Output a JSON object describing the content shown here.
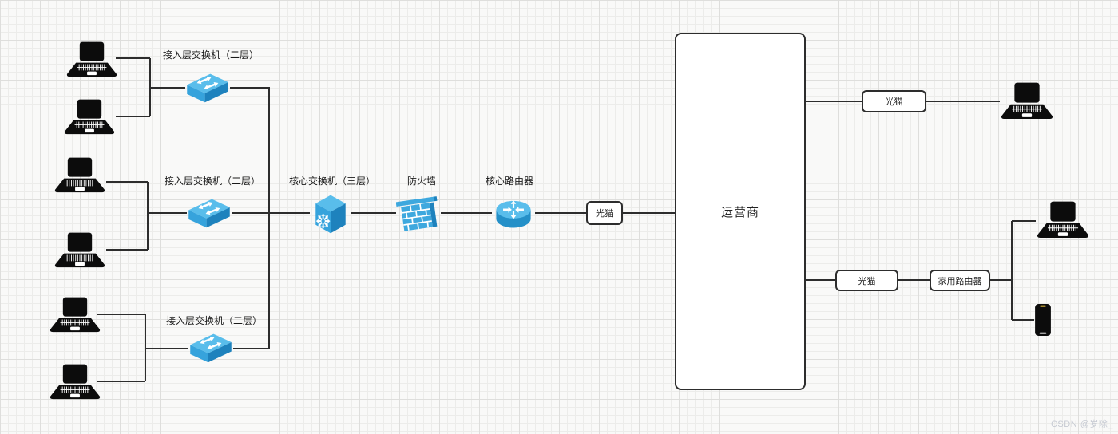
{
  "diagram": {
    "labels": {
      "access_switch": "接入层交换机（二层）",
      "core_switch": "核心交换机（三层）",
      "firewall": "防火墙",
      "core_router": "核心路由器",
      "optical_modem": "光猫",
      "isp": "运营商",
      "home_router": "家用路由器"
    },
    "node_icons": [
      "laptop-icon",
      "l2-switch-icon",
      "l3-switch-icon",
      "firewall-icon",
      "router-icon",
      "phone-icon"
    ],
    "colors": {
      "device_blue_light": "#59bdeb",
      "device_blue_mid": "#36a3dc",
      "device_blue_dark": "#1e82bd",
      "connector": "#2d2d2d",
      "phone_notch_gold": "#d4af37"
    }
  },
  "watermark": "CSDN @岁除_"
}
